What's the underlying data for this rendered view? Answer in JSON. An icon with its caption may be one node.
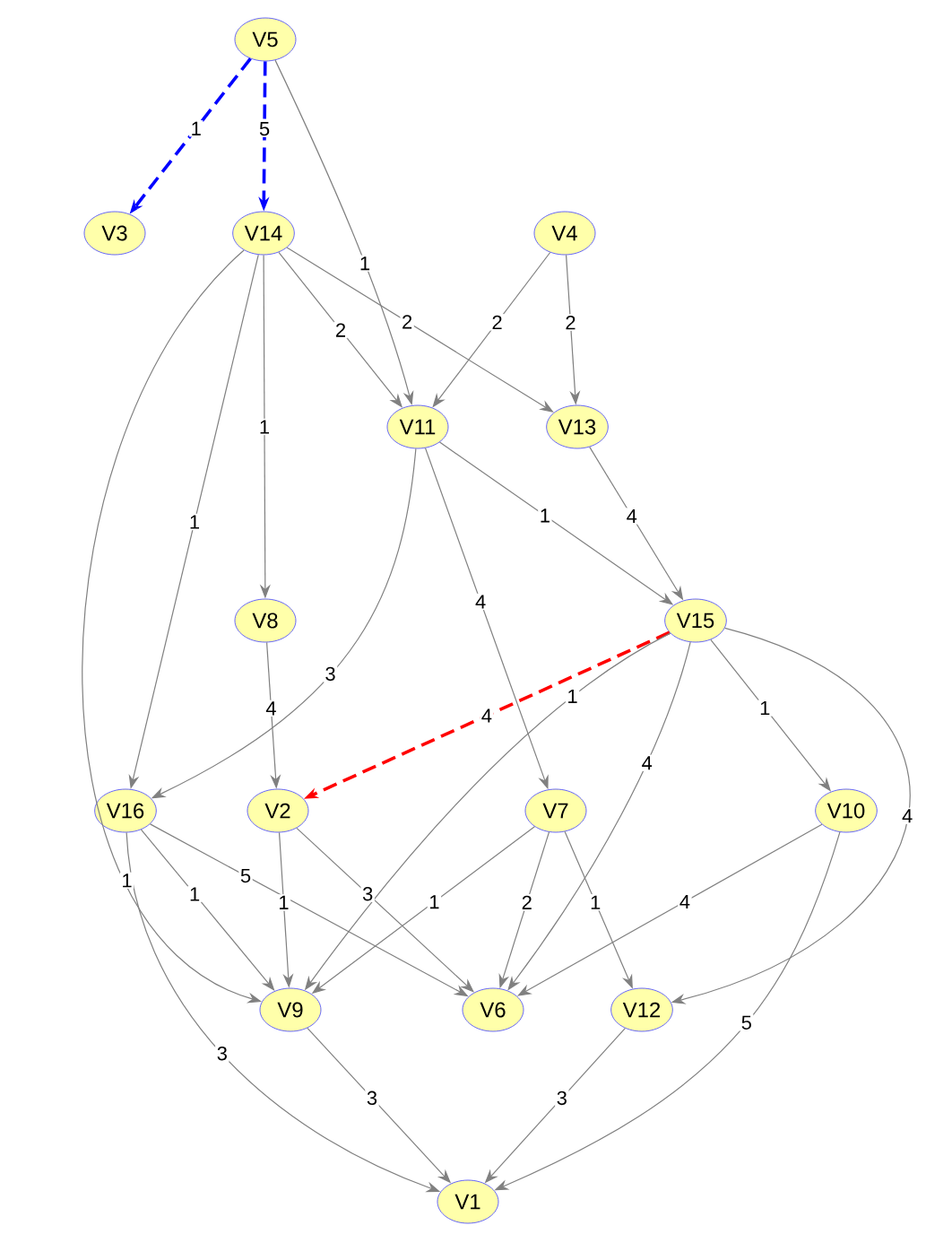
{
  "diagram": {
    "nodes": [
      {
        "text": [
          "V5"
        ]
      },
      {
        "text": [
          "V3"
        ]
      },
      {
        "text": [
          "V14"
        ]
      },
      {
        "text": [
          "V4"
        ]
      },
      {
        "text": [
          "V11"
        ]
      },
      {
        "text": [
          "V13"
        ]
      },
      {
        "text": [
          "V8"
        ]
      },
      {
        "text": [
          "V15"
        ]
      },
      {
        "text": [
          "V16"
        ]
      },
      {
        "text": [
          "V2"
        ]
      },
      {
        "text": [
          "V7"
        ]
      },
      {
        "text": [
          "V10"
        ]
      },
      {
        "text": [
          "V9"
        ]
      },
      {
        "text": [
          "V6"
        ]
      },
      {
        "text": [
          "V12"
        ]
      },
      {
        "text": [
          "V1"
        ]
      }
    ],
    "edges": [
      {
        "from": 0,
        "to": 1,
        "arrow": "to",
        "label": "1",
        "style": "dashed",
        "color": "#0000ff"
      },
      {
        "from": 0,
        "to": 2,
        "arrow": "to",
        "label": "5",
        "style": "dashed",
        "color": "#0000ff"
      },
      {
        "from": 0,
        "to": 4,
        "arrow": "to",
        "label": "1"
      },
      {
        "from": 2,
        "to": 4,
        "arrow": "to",
        "label": "2"
      },
      {
        "from": 2,
        "to": 5,
        "arrow": "to",
        "label": "2"
      },
      {
        "from": 3,
        "to": 4,
        "arrow": "to",
        "label": "2"
      },
      {
        "from": 3,
        "to": 5,
        "arrow": "to",
        "label": "2"
      },
      {
        "from": 2,
        "to": 6,
        "arrow": "to",
        "label": "1"
      },
      {
        "from": 2,
        "to": 8,
        "arrow": "to",
        "label": "1"
      },
      {
        "from": 2,
        "to": 12,
        "arrow": "to",
        "label": "1"
      },
      {
        "from": 4,
        "to": 7,
        "arrow": "to",
        "label": "1"
      },
      {
        "from": 5,
        "to": 7,
        "arrow": "to",
        "label": "4"
      },
      {
        "from": 4,
        "to": 8,
        "arrow": "to",
        "label": "3"
      },
      {
        "from": 4,
        "to": 10,
        "arrow": "to",
        "label": "4"
      },
      {
        "from": 6,
        "to": 9,
        "arrow": "to",
        "label": "4"
      },
      {
        "from": 7,
        "to": 9,
        "arrow": "to",
        "label": "4",
        "style": "dashed",
        "color": "#ff0000"
      },
      {
        "from": 7,
        "to": 12,
        "arrow": "to",
        "label": "1"
      },
      {
        "from": 7,
        "to": 11,
        "arrow": "to",
        "label": "1"
      },
      {
        "from": 7,
        "to": 13,
        "arrow": "to",
        "label": "4"
      },
      {
        "from": 7,
        "to": 14,
        "arrow": "to",
        "label": "4"
      },
      {
        "from": 8,
        "to": 12,
        "arrow": "to",
        "label": "1"
      },
      {
        "from": 8,
        "to": 13,
        "arrow": "to",
        "label": "5"
      },
      {
        "from": 8,
        "to": 15,
        "arrow": "to",
        "label": "3"
      },
      {
        "from": 9,
        "to": 12,
        "arrow": "to",
        "label": "1"
      },
      {
        "from": 9,
        "to": 13,
        "arrow": "to",
        "label": "3"
      },
      {
        "from": 10,
        "to": 12,
        "arrow": "to",
        "label": "1"
      },
      {
        "from": 10,
        "to": 13,
        "arrow": "to",
        "label": "2"
      },
      {
        "from": 10,
        "to": 14,
        "arrow": "to",
        "label": "1"
      },
      {
        "from": 11,
        "to": 13,
        "arrow": "to",
        "label": "4"
      },
      {
        "from": 11,
        "to": 15,
        "arrow": "to",
        "label": "5"
      },
      {
        "from": 12,
        "to": 15,
        "arrow": "to",
        "label": "3"
      },
      {
        "from": 14,
        "to": 15,
        "arrow": "to",
        "label": "3"
      }
    ]
  }
}
